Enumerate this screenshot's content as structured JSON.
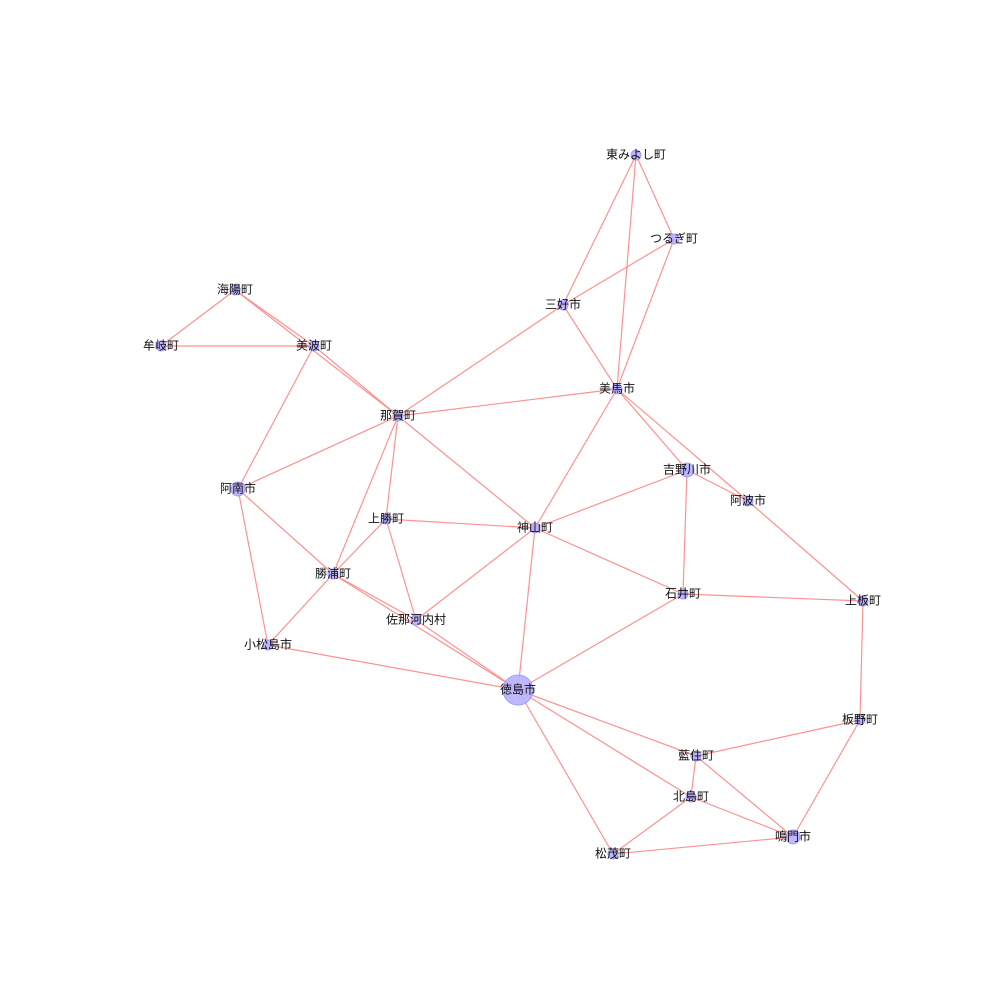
{
  "graph": {
    "nodes": [
      {
        "id": "higashimiyoshi",
        "label": "東みよし町",
        "weight": 1
      },
      {
        "id": "tsurugi",
        "label": "つるぎ町",
        "weight": 1
      },
      {
        "id": "miyoshi",
        "label": "三好市",
        "weight": 1
      },
      {
        "id": "mima",
        "label": "美馬市",
        "weight": 1
      },
      {
        "id": "kaiyo",
        "label": "海陽町",
        "weight": 1
      },
      {
        "id": "mugi",
        "label": "牟岐町",
        "weight": 1
      },
      {
        "id": "minami",
        "label": "美波町",
        "weight": 1
      },
      {
        "id": "naka",
        "label": "那賀町",
        "weight": 1
      },
      {
        "id": "anan",
        "label": "阿南市",
        "weight": 2
      },
      {
        "id": "yoshinogawa",
        "label": "吉野川市",
        "weight": 2
      },
      {
        "id": "awa",
        "label": "阿波市",
        "weight": 1
      },
      {
        "id": "kamikatsu",
        "label": "上勝町",
        "weight": 1
      },
      {
        "id": "kamiyama",
        "label": "神山町",
        "weight": 1
      },
      {
        "id": "katsuura",
        "label": "勝浦町",
        "weight": 1
      },
      {
        "id": "ishii",
        "label": "石井町",
        "weight": 1
      },
      {
        "id": "kamiita",
        "label": "上板町",
        "weight": 1
      },
      {
        "id": "sanagochi",
        "label": "佐那河内村",
        "weight": 1
      },
      {
        "id": "komatsushima",
        "label": "小松島市",
        "weight": 1
      },
      {
        "id": "tokushima",
        "label": "徳島市",
        "weight": 5
      },
      {
        "id": "itano",
        "label": "板野町",
        "weight": 1
      },
      {
        "id": "aizumi",
        "label": "藍住町",
        "weight": 1
      },
      {
        "id": "kitajima",
        "label": "北島町",
        "weight": 1
      },
      {
        "id": "naruto",
        "label": "鳴門市",
        "weight": 2
      },
      {
        "id": "matsushige",
        "label": "松茂町",
        "weight": 1
      }
    ],
    "edges": [
      [
        "higashimiyoshi",
        "miyoshi"
      ],
      [
        "higashimiyoshi",
        "tsurugi"
      ],
      [
        "higashimiyoshi",
        "mima"
      ],
      [
        "tsurugi",
        "miyoshi"
      ],
      [
        "tsurugi",
        "mima"
      ],
      [
        "miyoshi",
        "mima"
      ],
      [
        "miyoshi",
        "naka"
      ],
      [
        "mima",
        "naka"
      ],
      [
        "mima",
        "kamiyama"
      ],
      [
        "mima",
        "yoshinogawa"
      ],
      [
        "mima",
        "awa"
      ],
      [
        "kaiyo",
        "mugi"
      ],
      [
        "kaiyo",
        "minami"
      ],
      [
        "kaiyo",
        "naka"
      ],
      [
        "mugi",
        "minami"
      ],
      [
        "minami",
        "naka"
      ],
      [
        "minami",
        "anan"
      ],
      [
        "naka",
        "anan"
      ],
      [
        "naka",
        "kamikatsu"
      ],
      [
        "naka",
        "kamiyama"
      ],
      [
        "naka",
        "katsuura"
      ],
      [
        "anan",
        "katsuura"
      ],
      [
        "anan",
        "komatsushima"
      ],
      [
        "yoshinogawa",
        "kamiyama"
      ],
      [
        "yoshinogawa",
        "ishii"
      ],
      [
        "yoshinogawa",
        "awa"
      ],
      [
        "awa",
        "kamiita"
      ],
      [
        "kamikatsu",
        "kamiyama"
      ],
      [
        "kamikatsu",
        "katsuura"
      ],
      [
        "kamikatsu",
        "sanagochi"
      ],
      [
        "kamiyama",
        "sanagochi"
      ],
      [
        "kamiyama",
        "ishii"
      ],
      [
        "kamiyama",
        "tokushima"
      ],
      [
        "katsuura",
        "komatsushima"
      ],
      [
        "katsuura",
        "sanagochi"
      ],
      [
        "katsuura",
        "tokushima"
      ],
      [
        "sanagochi",
        "tokushima"
      ],
      [
        "ishii",
        "kamiita"
      ],
      [
        "ishii",
        "tokushima"
      ],
      [
        "kamiita",
        "itano"
      ],
      [
        "komatsushima",
        "tokushima"
      ],
      [
        "tokushima",
        "aizumi"
      ],
      [
        "tokushima",
        "kitajima"
      ],
      [
        "tokushima",
        "matsushige"
      ],
      [
        "itano",
        "aizumi"
      ],
      [
        "itano",
        "naruto"
      ],
      [
        "aizumi",
        "kitajima"
      ],
      [
        "aizumi",
        "naruto"
      ],
      [
        "kitajima",
        "naruto"
      ],
      [
        "kitajima",
        "matsushige"
      ],
      [
        "matsushige",
        "naruto"
      ]
    ]
  }
}
